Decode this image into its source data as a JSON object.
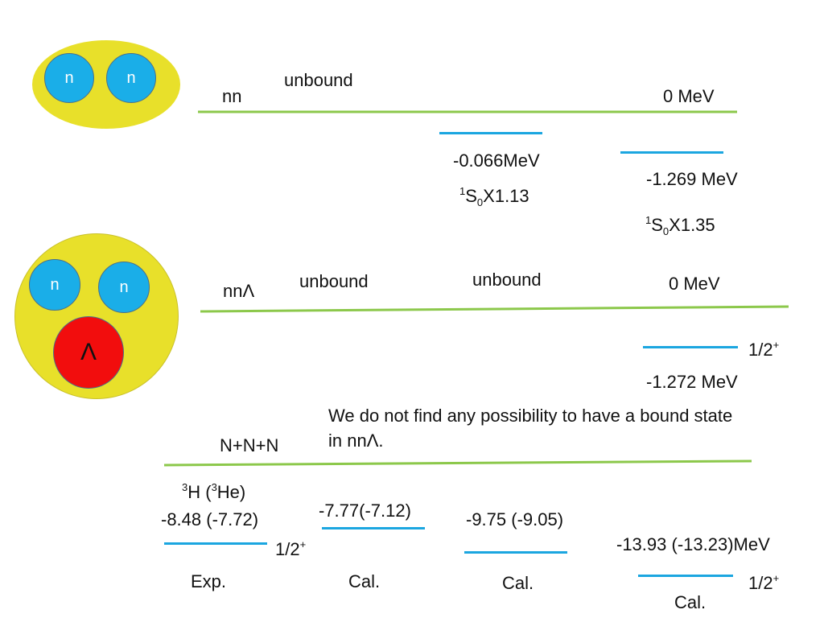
{
  "colors": {
    "blob": "#e8e02a",
    "neutron": "#1aaee8",
    "neutron_text": "#ffffff",
    "lambda": "#f20d0d",
    "green_line": "#8cc84b",
    "level_line": "#1ba6e0"
  },
  "cluster_nn": {
    "n1": "n",
    "n2": "n"
  },
  "cluster_nnl": {
    "n1": "n",
    "n2": "n",
    "lambda": "Λ"
  },
  "section_nn": {
    "label": "nn",
    "unbound": "unbound",
    "zero": "0 MeV",
    "level1_energy": "-0.066MeV",
    "level1_note_sup": "1",
    "level1_note_S": "S",
    "level1_note_sub": "0",
    "level1_note_factor": "X1.13",
    "level2_energy": "-1.269 MeV",
    "level2_note_sup": "1",
    "level2_note_S": "S",
    "level2_note_sub": "0",
    "level2_note_factor": "X1.35"
  },
  "section_nnl": {
    "label": "nnΛ",
    "unbound1": "unbound",
    "unbound2": "unbound",
    "zero": "0 MeV",
    "spin": "1/2",
    "spin_sup": "+",
    "energy": "-1.272 MeV",
    "note_line1": "We do not  find any possibility to have a bound state",
    "note_line2": "in nnΛ."
  },
  "section_nnn": {
    "label": "N+N+N",
    "exp_title_sup1": "3",
    "exp_title_a": "H (",
    "exp_title_sup2": "3",
    "exp_title_b": "He)",
    "exp_energy": "-8.48 (-7.72)",
    "exp_spin": "1/2",
    "exp_spin_sup": "+",
    "exp_label": "Exp.",
    "cal1_energy": "-7.77(-7.12)",
    "cal1_label": "Cal.",
    "cal2_energy": "-9.75 (-9.05)",
    "cal2_label": "Cal.",
    "cal3_energy": "-13.93 (-13.23)MeV",
    "cal3_spin": "1/2",
    "cal3_spin_sup": "+",
    "cal3_label": "Cal."
  }
}
